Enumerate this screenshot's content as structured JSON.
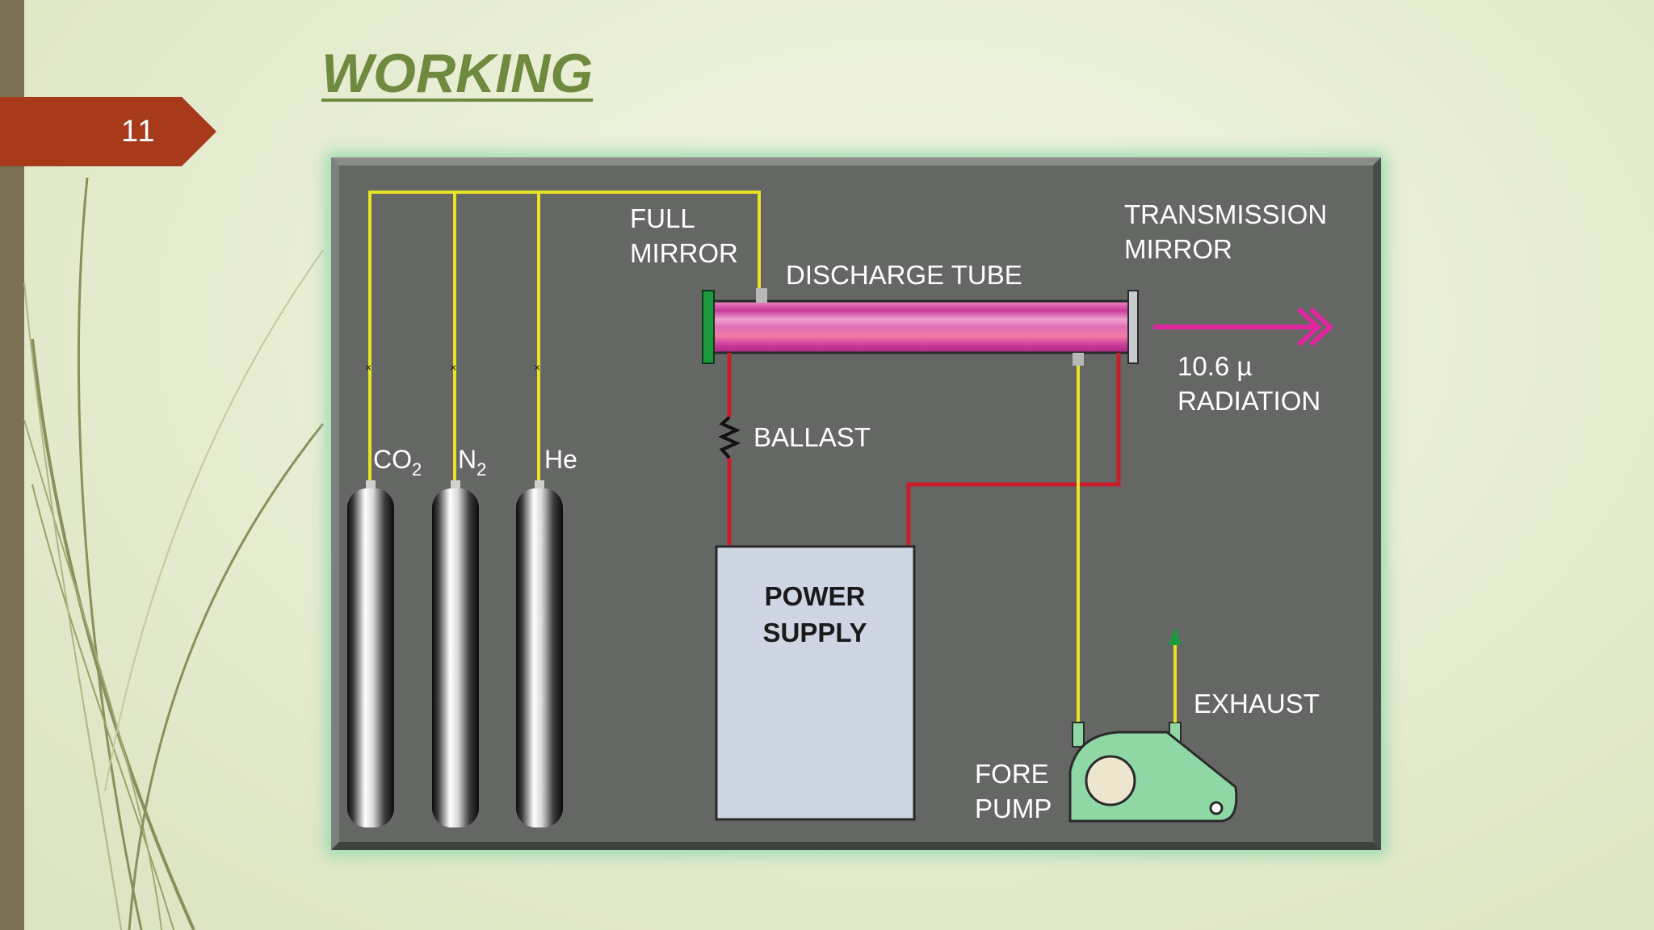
{
  "slide": {
    "number": "11",
    "title": "WORKING"
  },
  "diagram": {
    "gases": [
      "CO",
      "N",
      "He"
    ],
    "gas_subscript": "2",
    "full_mirror": [
      "FULL",
      "MIRROR"
    ],
    "discharge_tube": "DISCHARGE TUBE",
    "transmission_mirror": [
      "TRANSMISSION",
      "MIRROR"
    ],
    "radiation_value": "10.6 µ",
    "radiation_label": "RADIATION",
    "ballast": "BALLAST",
    "power_supply": [
      "POWER",
      "SUPPLY"
    ],
    "exhaust": "EXHAUST",
    "fore_pump": [
      "FORE",
      "PUMP"
    ]
  },
  "colors": {
    "accent_tab": "#a83a1c",
    "title": "#6f8a3e",
    "panel": "#656765",
    "gas_line": "#e9e324",
    "electric_line": "#c81e2c",
    "radiation": "#e0269e",
    "pump": "#8fd8a6",
    "power_supply": "#cdd6e2"
  }
}
